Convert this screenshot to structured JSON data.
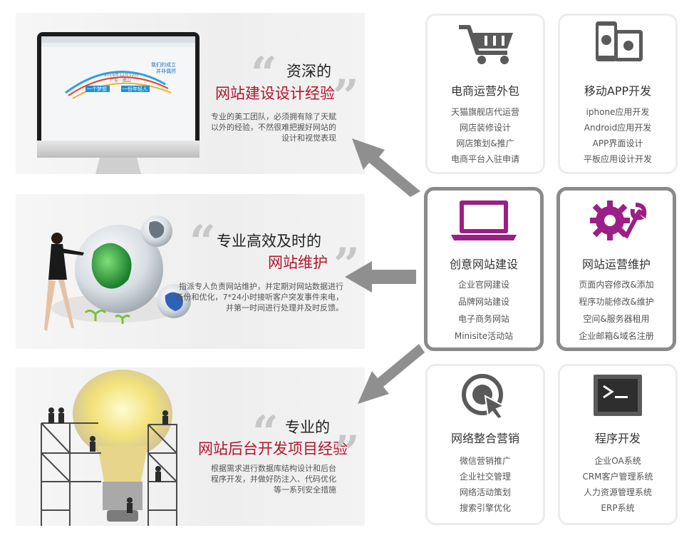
{
  "panels": [
    {
      "line1": "资深的",
      "line2": "网站建设设计经验",
      "desc": [
        "专业的美工团队，必须拥有除了天赋",
        "以外的经验，不然很难把握好网站的",
        "设计和视觉表现"
      ],
      "screen": {
        "tagline1": "我们的成立",
        "tagline2": "并非偶然",
        "date": "2018年12月12日",
        "sub": "广东 · 佛山",
        "slogan_a": "一个梦想",
        "slogan_b": "一份年轻人"
      }
    },
    {
      "line1": "专业高效及时的",
      "line2": "网站维护",
      "desc": [
        "指派专人负责网站维护，并定期对网站数据进行",
        "备份和优化，7*24小时接听客户突发事件来电，",
        "并第一时间进行处理并及时反馈。"
      ]
    },
    {
      "line1": "专业的",
      "line2": "网站后台开发项目经验",
      "desc": [
        "根据需求进行数据库结构设计和后台",
        "程序开发，并做好防注入、代码优化",
        "等一系列安全措施"
      ]
    }
  ],
  "cards": [
    {
      "title": "电商运营外包",
      "icon": "shopping-cart-icon",
      "items": [
        "天猫旗舰店代运营",
        "网店装修设计",
        "网店策划&推广",
        "电商平台入驻申请"
      ]
    },
    {
      "title": "移动APP开发",
      "icon": "mobile-devices-icon",
      "items": [
        "iphone应用开发",
        "Android应用开发",
        "APP界面设计",
        "平板应用设计开发"
      ]
    },
    {
      "title": "创意网站建设",
      "icon": "laptop-icon",
      "items": [
        "企业官网建设",
        "品牌网站建设",
        "电子商务网站",
        "Minisite活动站"
      ]
    },
    {
      "title": "网站运营维护",
      "icon": "gear-wrench-icon",
      "items": [
        "页面内容修改&添加",
        "程序功能修改&维护",
        "空间&服务器租用",
        "企业邮箱&域名注册"
      ]
    },
    {
      "title": "网络整合营销",
      "icon": "target-cursor-icon",
      "items": [
        "微信营销推广",
        "企业社交管理",
        "网络活动策划",
        "搜索引擎优化"
      ]
    },
    {
      "title": "程序开发",
      "icon": "terminal-icon",
      "items": [
        "企业OA系统",
        "CRM客户管理系统",
        "人力资源管理系统",
        "ERP系统"
      ]
    }
  ],
  "colors": {
    "accent_red": "#b3152a",
    "purple": "#9b1f86",
    "icon_gray": "#5a5a5a",
    "arrow_gray": "#8f8f8f"
  }
}
